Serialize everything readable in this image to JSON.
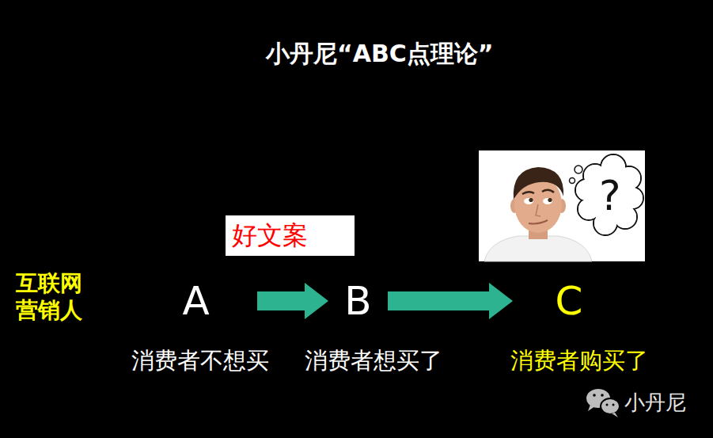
{
  "diagram": {
    "title": "小丹尼“ABC点理论”",
    "nodes": [
      {
        "text": [
          "A"
        ]
      },
      {
        "text": [
          "B"
        ]
      },
      {
        "text": [
          "C"
        ]
      }
    ],
    "edges": [
      {
        "from": 0,
        "to": 1,
        "arrow": "to",
        "label": "好文案"
      },
      {
        "from": 1,
        "to": 2,
        "arrow": "to"
      }
    ],
    "labels": [
      "互联网 营销人",
      "消费者不想买",
      "消费者想买了",
      "消费者购买了",
      "?",
      "小丹尼"
    ]
  }
}
